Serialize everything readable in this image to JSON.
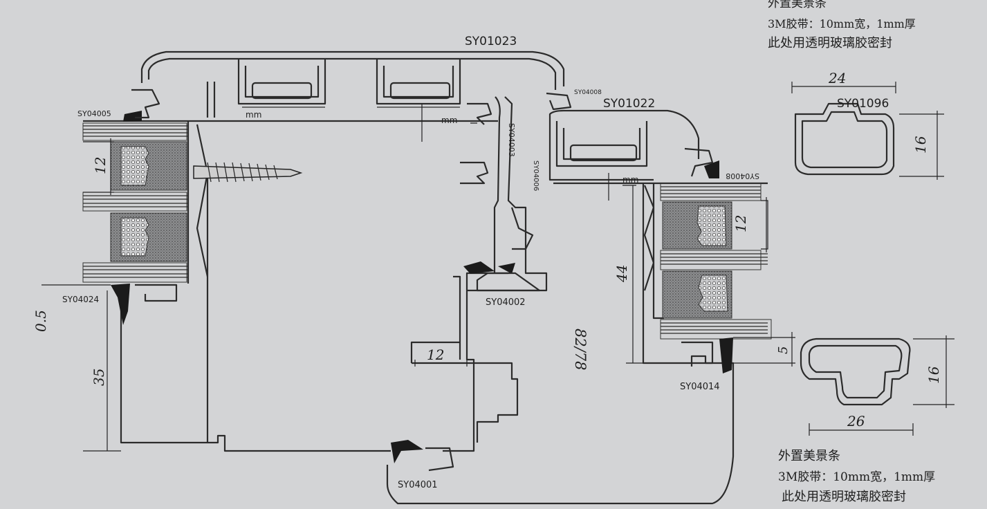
{
  "notes": {
    "top_line1": "外置美景条",
    "top_line2": "3M胶带：10mm宽，1mm厚",
    "top_line3": "此处用透明玻璃胶密封",
    "bottom_line1": "外置美景条",
    "bottom_line2": "3M胶带：10mm宽，1mm厚",
    "bottom_line3": "此处用透明玻璃胶密封"
  },
  "profiles": {
    "sy01023": "SY01023",
    "sy01022": "SY01022",
    "sy01096": "SY01096",
    "sy04005": "SY04005",
    "sy04008_left": "SY04008",
    "sy04003": "SY04003",
    "sy04006": "SY04006",
    "sy04008_right": "SY04008",
    "sy04024": "SY04024",
    "sy04002": "SY04002",
    "sy04014": "SY04014",
    "sy04001": "SY04001"
  },
  "dimensions": {
    "d_top_width": "24",
    "d_top_height": "16",
    "d_bottom_width": "26",
    "d_bottom_height": "16",
    "d_bottom_gap": "5",
    "d_left_glass": "12",
    "d_right_glass": "12",
    "d_offset": "0.5",
    "d_frame_depth": "35",
    "d_center": "12",
    "d_44": "44",
    "d_8278": "82/78",
    "mm_left": "mm",
    "mm_mid": "mm",
    "mm_right": "mm"
  }
}
